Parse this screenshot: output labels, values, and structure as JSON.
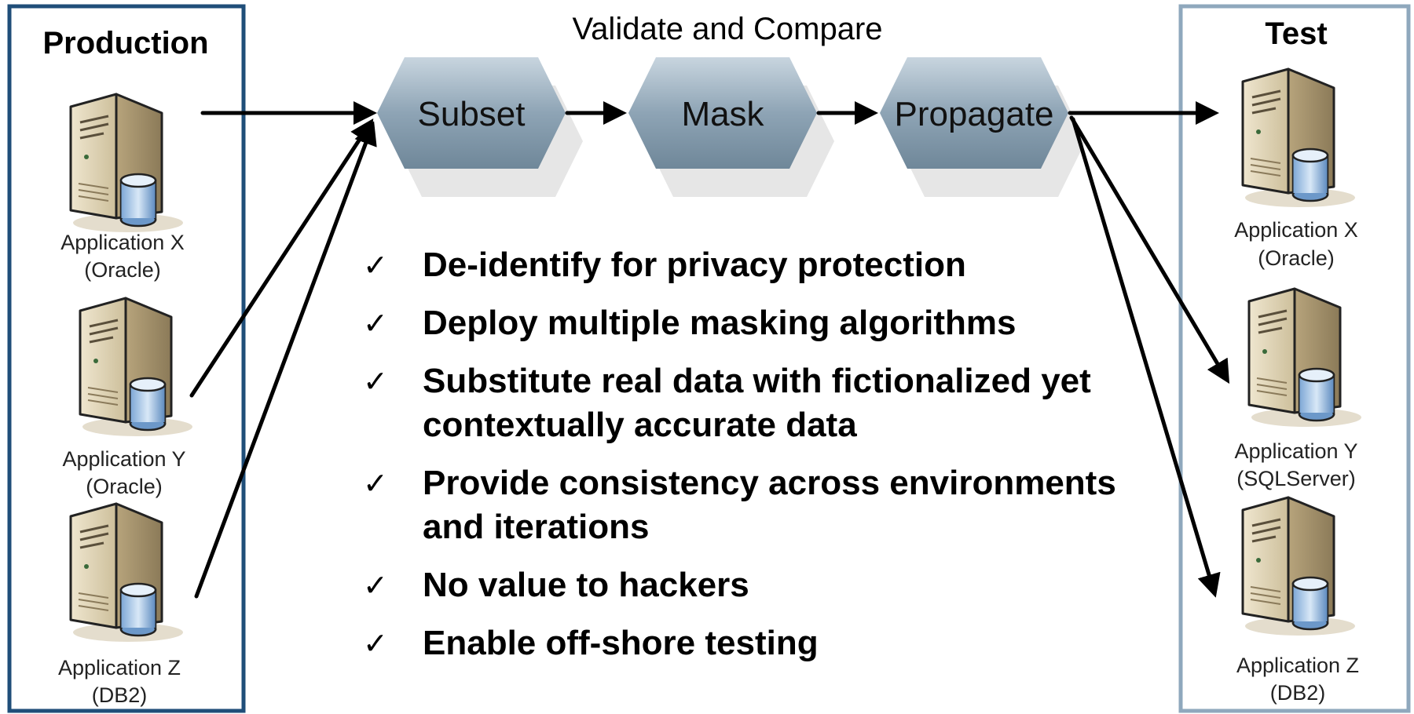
{
  "production": {
    "title": "Production",
    "servers": [
      {
        "name": "Application X",
        "db": "(Oracle)"
      },
      {
        "name": "Application Y",
        "db": "(Oracle)"
      },
      {
        "name": "Application Z",
        "db": "(DB2)"
      }
    ]
  },
  "test": {
    "title": "Test",
    "servers": [
      {
        "name": "Application X",
        "db": "(Oracle)"
      },
      {
        "name": "Application Y",
        "db": "(SQLServer)"
      },
      {
        "name": "Application Z",
        "db": "(DB2)"
      }
    ]
  },
  "flow": {
    "title": "Validate and Compare",
    "steps": [
      "Subset",
      "Mask",
      "Propagate"
    ]
  },
  "bullets": [
    "De-identify for privacy protection",
    "Deploy multiple masking algorithms",
    "Substitute real data with fictionalized yet contextually accurate data",
    "Provide consistency across environments and iterations",
    "No value to hackers",
    "Enable off-shore testing"
  ],
  "check_symbol": "✓",
  "colors": {
    "production_border": "#1f4e79",
    "test_border": "#8fa8bd",
    "hex_fill": "#8ea4b5",
    "arrow": "#000000"
  },
  "icons": {
    "server": "server-with-database-icon"
  }
}
